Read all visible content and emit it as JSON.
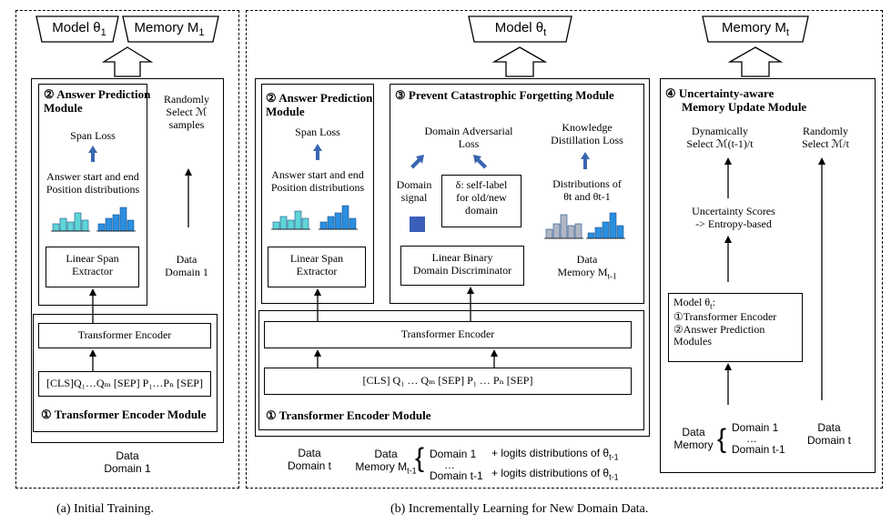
{
  "panel_a": {
    "output_model": "Model θ",
    "output_model_sub": "1",
    "output_memory": "Memory M",
    "output_memory_sub": "1",
    "answer_module_num": "②",
    "answer_module_title_1": "Answer Prediction",
    "answer_module_title_2": "Module",
    "span_loss": "Span Loss",
    "answer_dist_1": "Answer start and end",
    "answer_dist_2": "Position distributions",
    "linear_span_1": "Linear Span",
    "linear_span_2": "Extractor",
    "random_1": "Randomly",
    "random_2": "Select ℳ",
    "random_3": "samples",
    "data_domain_1": "Data",
    "data_domain_2": "Domain 1",
    "encoder_label": "Transformer Encoder",
    "input_seq": "[CLS]Q₁…Qₘ [SEP] P₁…Pₙ [SEP]",
    "encoder_module_num": "①",
    "encoder_module_title": "Transformer Encoder Module",
    "bottom_data_1": "Data",
    "bottom_data_2": "Domain 1",
    "caption": "(a)  Initial Training."
  },
  "panel_b": {
    "output_model": "Model θ",
    "output_model_sub": "t",
    "output_memory": "Memory M",
    "output_memory_sub": "t",
    "answer_module_num": "②",
    "answer_module_title_1": "Answer Prediction",
    "answer_module_title_2": "Module",
    "span_loss": "Span Loss",
    "answer_dist_1": "Answer start and end",
    "answer_dist_2": "Position distributions",
    "linear_span_1": "Linear Span",
    "linear_span_2": "Extractor",
    "forget_module_num": "③",
    "forget_module_title": "Prevent  Catastrophic Forgetting Module",
    "domain_adv_1": "Domain Adversarial",
    "domain_adv_2": "Loss",
    "kd_1": "Knowledge",
    "kd_2": "Distillation Loss",
    "domain_signal_1": "Domain",
    "domain_signal_2": "signal",
    "self_label_1": "δ: self-label",
    "self_label_2": "for old/new",
    "self_label_3": "domain",
    "dist_of_1": "Distributions of",
    "dist_of_2": "θt and θt-1",
    "data_memory_1": "Data",
    "data_memory_2": "Memory M",
    "data_memory_sub": "t-1",
    "disc_1": "Linear  Binary",
    "disc_2": "Domain Discriminator",
    "encoder_label": "Transformer Encoder",
    "input_seq": "[CLS]  Q₁  …  Qₘ  [SEP]  P₁  …  Pₙ  [SEP]",
    "encoder_module_num": "①",
    "encoder_module_title": "Transformer Encoder Module",
    "bottom_data_t_1": "Data",
    "bottom_data_t_2": "Domain t",
    "bottom_mem_1": "Data",
    "bottom_mem_2": "Memory M",
    "bottom_mem_sub": "t-1",
    "bottom_dom1": "Domain 1",
    "bottom_dots": "…",
    "bottom_domt1": "Domain t-1",
    "bottom_logits_1": "+ logits distributions of θ",
    "bottom_logits_sub": "t-1",
    "uncert_module_num": "④",
    "uncert_title_1": "Uncertainty-aware",
    "uncert_title_2": "Memory Update Module",
    "dyn_1": "Dynamically",
    "dyn_2": "Select ℳ(t-1)/t",
    "rand_1": "Randomly",
    "rand_2": "Select ℳ/t",
    "uncert_scores_1": "Uncertainty Scores",
    "uncert_scores_2": "-> Entropy-based",
    "model_theta": "Model θ",
    "model_theta_sub": "t",
    "model_theta_colon": ":",
    "model_item_1": "①Transformer Encoder",
    "model_item_2": "②Answer Prediction",
    "model_item_3": "Modules",
    "right_mem_1": "Data",
    "right_mem_2": "Memory",
    "right_dom1": "Domain 1",
    "right_dots": "…",
    "right_domt1": "Domain t-1",
    "right_data_t_1": "Data",
    "right_data_t_2": "Domain t",
    "caption": "(b)  Incrementally Learning for New Domain Data."
  },
  "colors": {
    "arrow_blue": "#3a66b0",
    "bar_cyan": "#5fd6d6",
    "bar_blue": "#2a8fe0",
    "bar_grey": "#b0b6c2",
    "square_blue": "#3a5fb8"
  }
}
